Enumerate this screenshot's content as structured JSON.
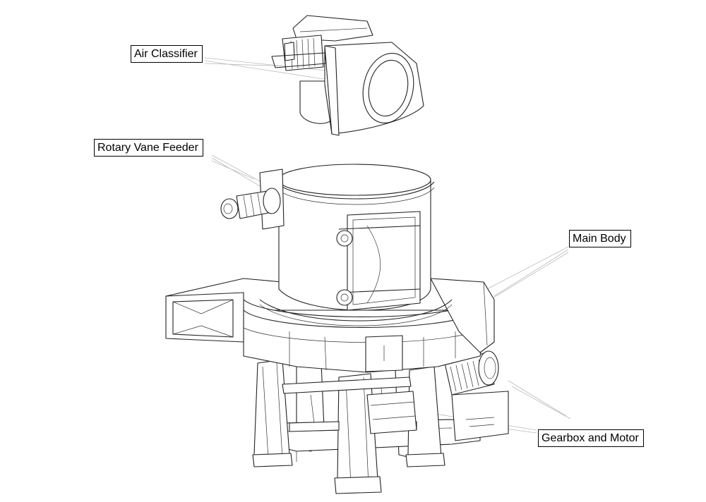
{
  "labels": {
    "air_classifier": "Air Classifier",
    "rotary_vane_feeder": "Rotary Vane Feeder",
    "main_body": "Main Body",
    "gearbox_and_motor": "Gearbox and Motor"
  }
}
